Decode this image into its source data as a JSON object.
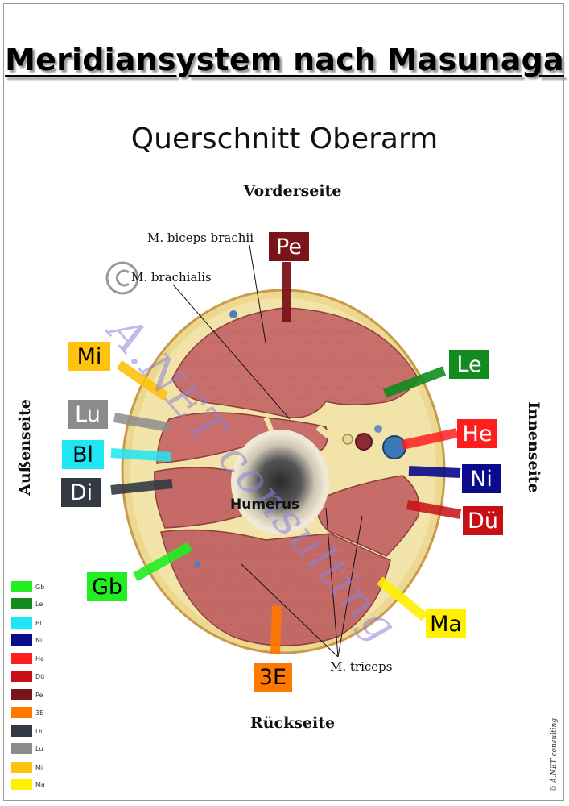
{
  "title": "Meridiansystem nach Masunaga",
  "subtitle": "Querschnitt Oberarm",
  "directions": {
    "top": "Vorderseite",
    "bottom": "Rückseite",
    "left": "Außenseite",
    "right": "Innenseite"
  },
  "labels": {
    "biceps": "M. biceps brachii",
    "brachialis": "M. brachialis",
    "humerus": "Humerus",
    "triceps": "M. triceps"
  },
  "meridians": {
    "pe": {
      "label": "Pe",
      "color": "#7b1418"
    },
    "mi": {
      "label": "Mi",
      "color": "#ffc20e"
    },
    "le": {
      "label": "Le",
      "color": "#128c1e"
    },
    "lu": {
      "label": "Lu",
      "color": "#8c8c8c"
    },
    "he": {
      "label": "He",
      "color": "#ff1e1e"
    },
    "bl": {
      "label": "Bl",
      "color": "#1ee6f5"
    },
    "ni": {
      "label": "Ni",
      "color": "#0a0a8c"
    },
    "di": {
      "label": "Di",
      "color": "#333a44"
    },
    "du": {
      "label": "Dü",
      "color": "#c80f14"
    },
    "gb": {
      "label": "Gb",
      "color": "#22ee22"
    },
    "ma": {
      "label": "Ma",
      "color": "#fff000"
    },
    "e3": {
      "label": "3E",
      "color": "#ff7800"
    }
  },
  "legend": [
    {
      "label": "Gb",
      "color": "#22ee22"
    },
    {
      "label": "Le",
      "color": "#128c1e"
    },
    {
      "label": "Bl",
      "color": "#1ee6f5"
    },
    {
      "label": "Ni",
      "color": "#0a0a8c"
    },
    {
      "label": "He",
      "color": "#ff1e1e"
    },
    {
      "label": "Dü",
      "color": "#c80f14"
    },
    {
      "label": "Pe",
      "color": "#7b1418"
    },
    {
      "label": "3E",
      "color": "#ff7800"
    },
    {
      "label": "Di",
      "color": "#333a44"
    },
    {
      "label": "Lu",
      "color": "#8c8c8c"
    },
    {
      "label": "Mi",
      "color": "#ffc20e"
    },
    {
      "label": "Ma",
      "color": "#fff000"
    }
  ],
  "watermark": "A.NET consulting",
  "copyright": "© A.NET consulting"
}
